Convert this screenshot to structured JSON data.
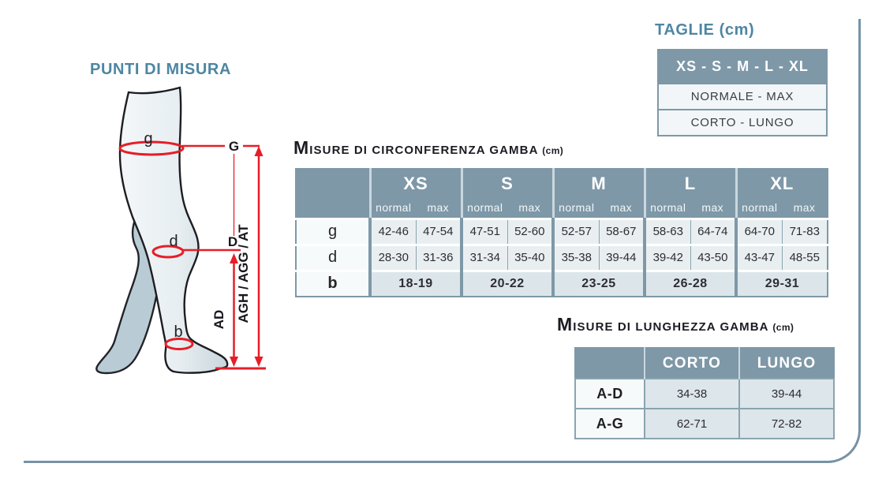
{
  "titles": {
    "punti": "PUNTI DI MISURA",
    "taglie": "TAGLIE (cm)"
  },
  "taglie_table": {
    "header": "XS - S - M - L - XL",
    "rows": [
      "NORMALE - MAX",
      "CORTO - LUNGO"
    ]
  },
  "leg_diagram": {
    "g": "g",
    "d": "d",
    "b": "b",
    "G": "G",
    "D": "D",
    "ad": "AD",
    "lengths": "AGH / AGG / AT"
  },
  "circumference_table": {
    "title": "Misure di circonferenza gamba",
    "unit": "(cm)",
    "sizes": [
      "XS",
      "S",
      "M",
      "L",
      "XL"
    ],
    "sub": [
      "normal",
      "max"
    ],
    "row_g": {
      "label": "g",
      "values": [
        "42-46",
        "47-54",
        "47-51",
        "52-60",
        "52-57",
        "58-67",
        "58-63",
        "64-74",
        "64-70",
        "71-83"
      ]
    },
    "row_d": {
      "label": "d",
      "values": [
        "28-30",
        "31-36",
        "31-34",
        "35-40",
        "35-38",
        "39-44",
        "39-42",
        "43-50",
        "43-47",
        "48-55"
      ]
    },
    "row_b": {
      "label": "b",
      "values": [
        "18-19",
        "20-22",
        "23-25",
        "26-28",
        "29-31"
      ]
    }
  },
  "length_table": {
    "title": "Misure di lunghezza gamba",
    "unit": "(cm)",
    "columns": [
      "CORTO",
      "LUNGO"
    ],
    "rows": [
      {
        "label": "A-D",
        "values": [
          "34-38",
          "39-44"
        ]
      },
      {
        "label": "A-G",
        "values": [
          "62-71",
          "72-82"
        ]
      }
    ]
  },
  "colors": {
    "accent_teal": "#4e86a2",
    "header_blue": "#7e98a8",
    "cell_light": "#e9eff1",
    "cell_mid": "#dce6ea",
    "measure_red": "#e61e28",
    "frame_border": "#7593a5"
  }
}
